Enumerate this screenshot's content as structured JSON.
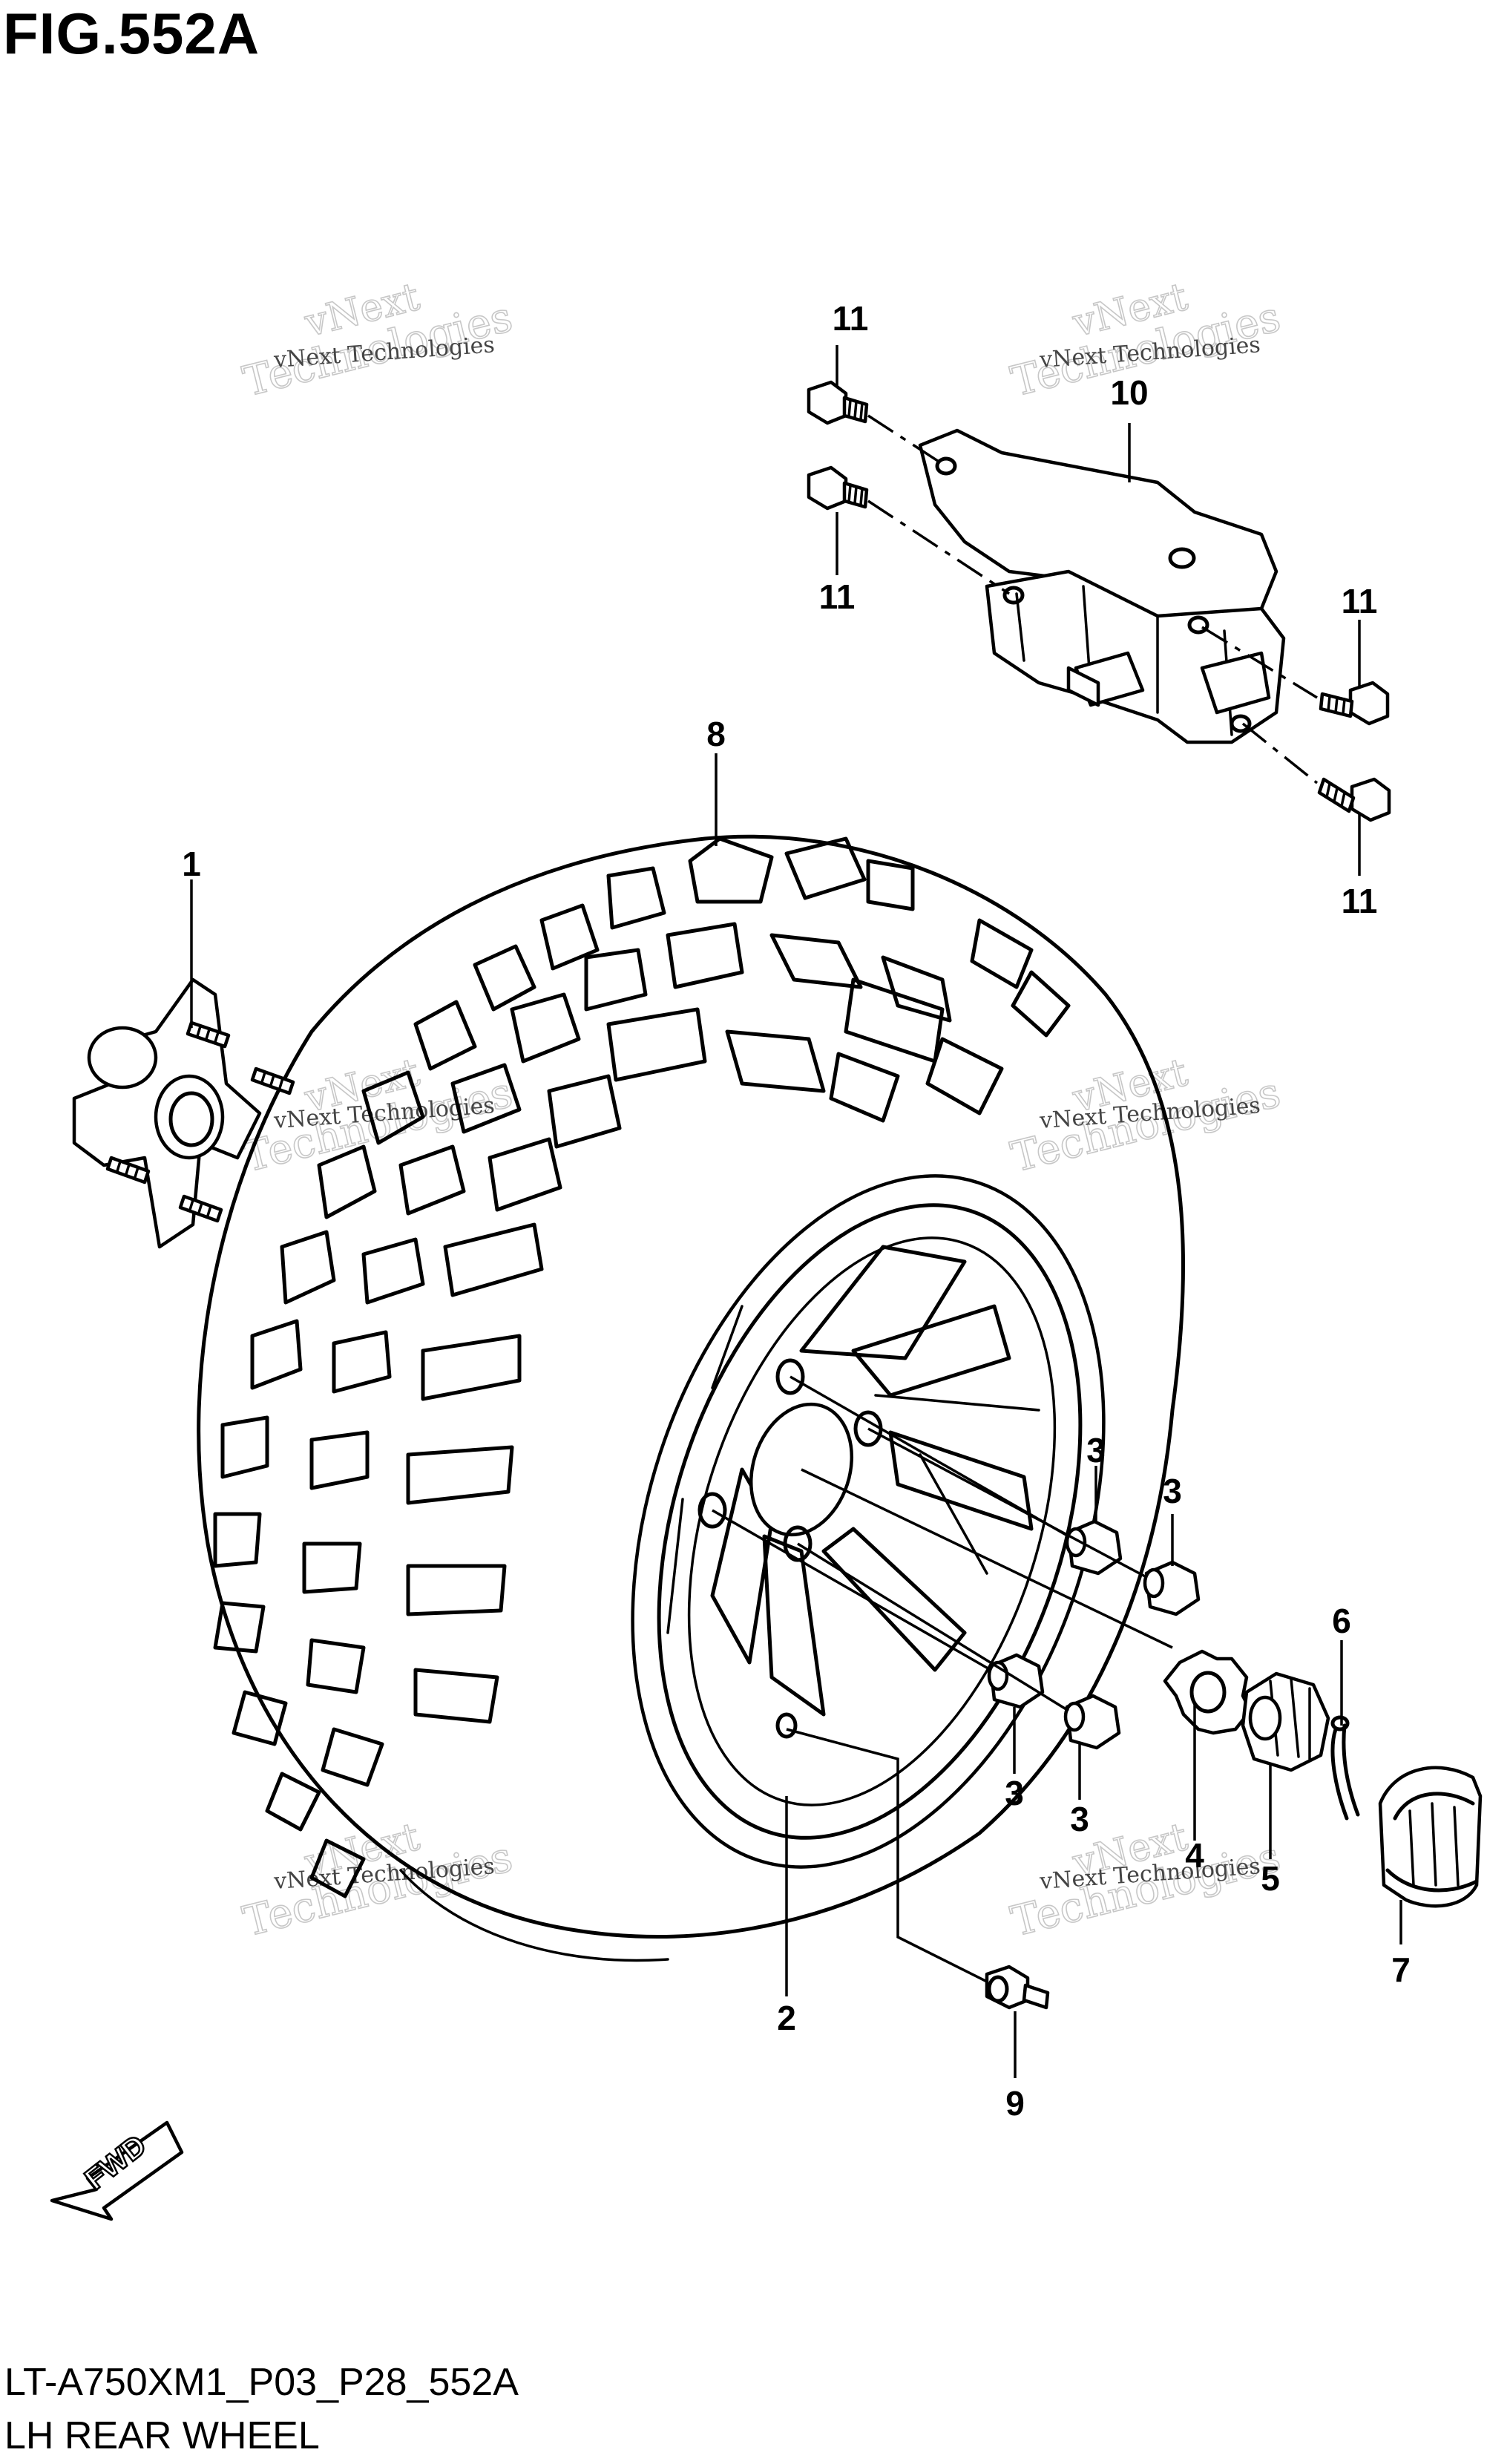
{
  "figure": {
    "title": "FIG.552A",
    "code": "LT-A750XM1_P03_P28_552A",
    "subtitle": "LH REAR WHEEL",
    "arrow_label": "FWD"
  },
  "watermark": {
    "line1": "vNext Technologies",
    "line2": "vNext",
    "line3": "Technologies"
  },
  "callouts": {
    "c1": "1",
    "c2": "2",
    "c3a": "3",
    "c3b": "3",
    "c3c": "3",
    "c3d": "3",
    "c4": "4",
    "c5": "5",
    "c6": "6",
    "c7": "7",
    "c8": "8",
    "c9": "9",
    "c10": "10",
    "c11a": "11",
    "c11b": "11",
    "c11c": "11",
    "c11d": "11"
  },
  "parts": [
    {
      "no": "1",
      "name": "hub"
    },
    {
      "no": "2",
      "name": "wheel"
    },
    {
      "no": "3",
      "name": "wheel-nut"
    },
    {
      "no": "4",
      "name": "washer"
    },
    {
      "no": "5",
      "name": "castle-nut"
    },
    {
      "no": "6",
      "name": "cotter-pin"
    },
    {
      "no": "7",
      "name": "hub-cap"
    },
    {
      "no": "8",
      "name": "tire"
    },
    {
      "no": "9",
      "name": "valve"
    },
    {
      "no": "10",
      "name": "bracket"
    },
    {
      "no": "11",
      "name": "bolt"
    }
  ]
}
